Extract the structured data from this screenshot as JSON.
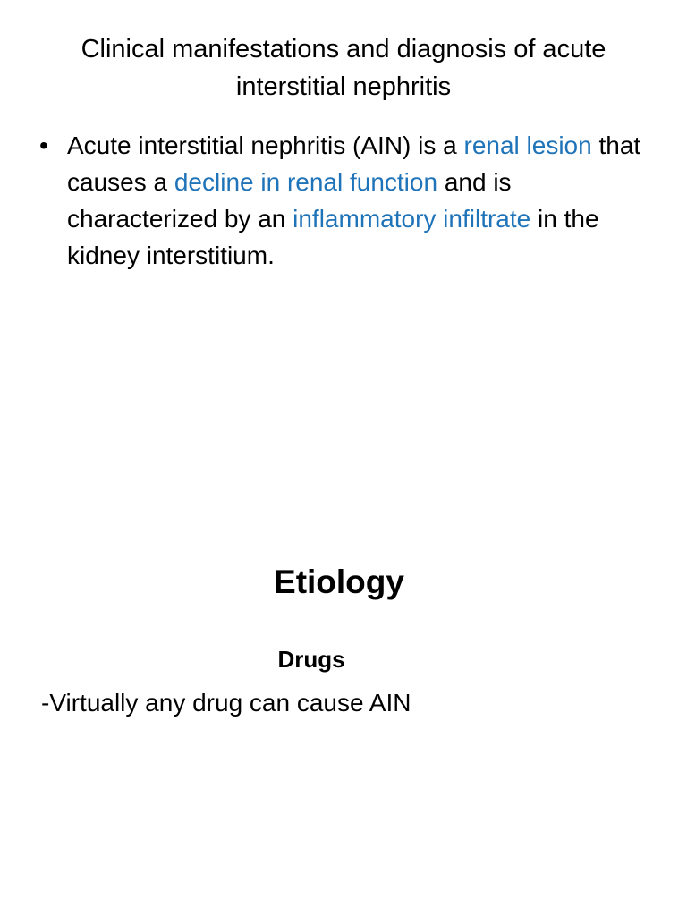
{
  "slide1": {
    "title": "Clinical manifestations and diagnosis of acute interstitial nephritis",
    "bullet_symbol": "•",
    "bullet": {
      "t1": "Acute interstitial nephritis (AIN) is a ",
      "h1": "renal lesion",
      "t2": " that causes a ",
      "h2": "decline in renal function",
      "t3": " and is characterized by an ",
      "h3": "inflammatory infiltrate",
      "t4": " in the kidney interstitium."
    }
  },
  "slide2": {
    "heading": "Etiology",
    "subheading": "Drugs",
    "line": "-Virtually any drug can cause AIN"
  },
  "colors": {
    "highlight": "#1f73b8",
    "text": "#000000",
    "background": "#ffffff"
  }
}
